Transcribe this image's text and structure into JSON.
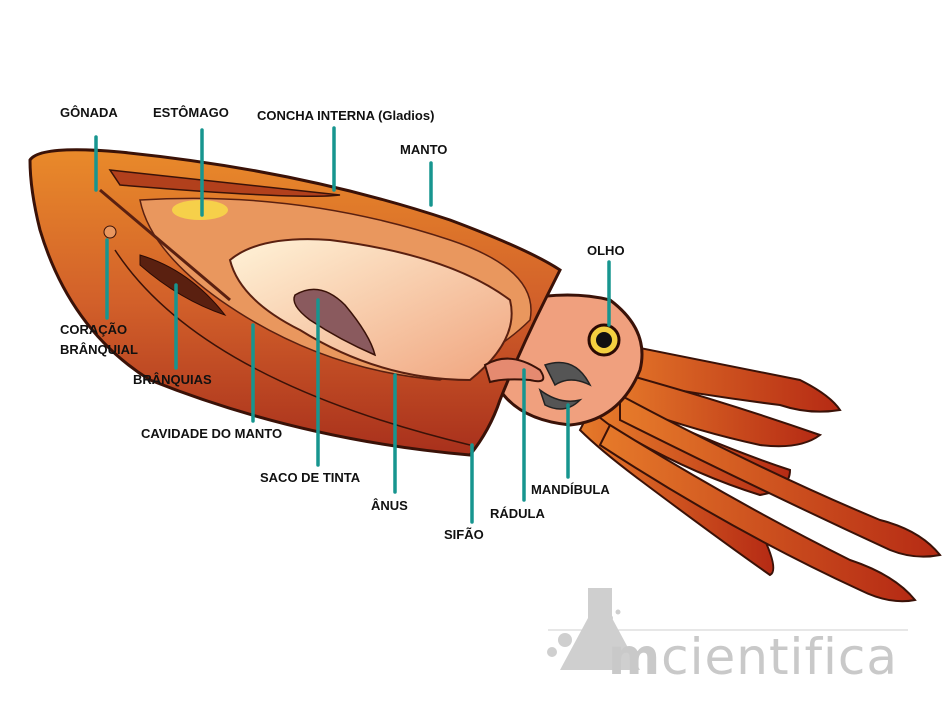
{
  "labels": {
    "gonada": "GÔNADA",
    "estomago": "ESTÔMAGO",
    "concha": "CONCHA INTERNA (Gladios)",
    "manto": "MANTO",
    "olho": "OLHO",
    "coracao_1": "CORAÇÃO",
    "coracao_2": "BRÂNQUIAL",
    "branquias": "BRÂNQUIAS",
    "cavidade": "CAVIDADE DO MANTO",
    "saco": "SACO DE TINTA",
    "anus": "ÂNUS",
    "sifao": "SIFÃO",
    "radula": "RÁDULA",
    "mandibula": "MANDÍBULA"
  },
  "watermark": {
    "m": "m",
    "rest": "cientifica"
  },
  "colors": {
    "leader": "#17958f",
    "body": "#c8501c",
    "outline": "#3a1208"
  }
}
